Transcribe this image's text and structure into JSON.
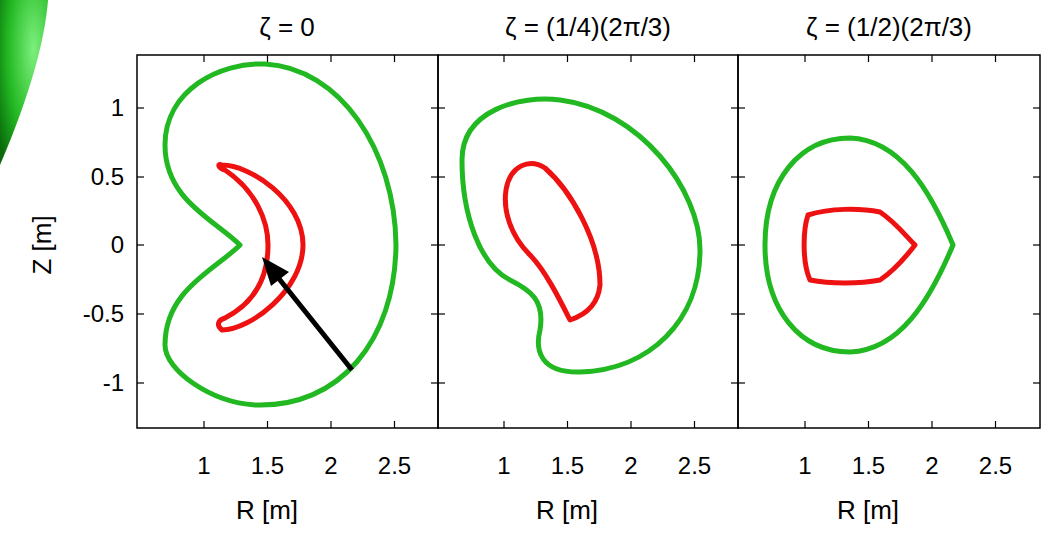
{
  "diagram": {
    "labels": [
      "ζ = 0",
      "ζ = (1/4)(2π/3)",
      "ζ = (1/2)(2π/3)",
      "1",
      "0.5",
      "0",
      "-0.5",
      "-1",
      "Z [m]",
      "1",
      "1.5",
      "2",
      "2.5",
      "R [m]",
      "1",
      "1.5",
      "2",
      "2.5",
      "R [m]",
      "1",
      "1.5",
      "2",
      "2.5",
      "R [m]"
    ]
  }
}
